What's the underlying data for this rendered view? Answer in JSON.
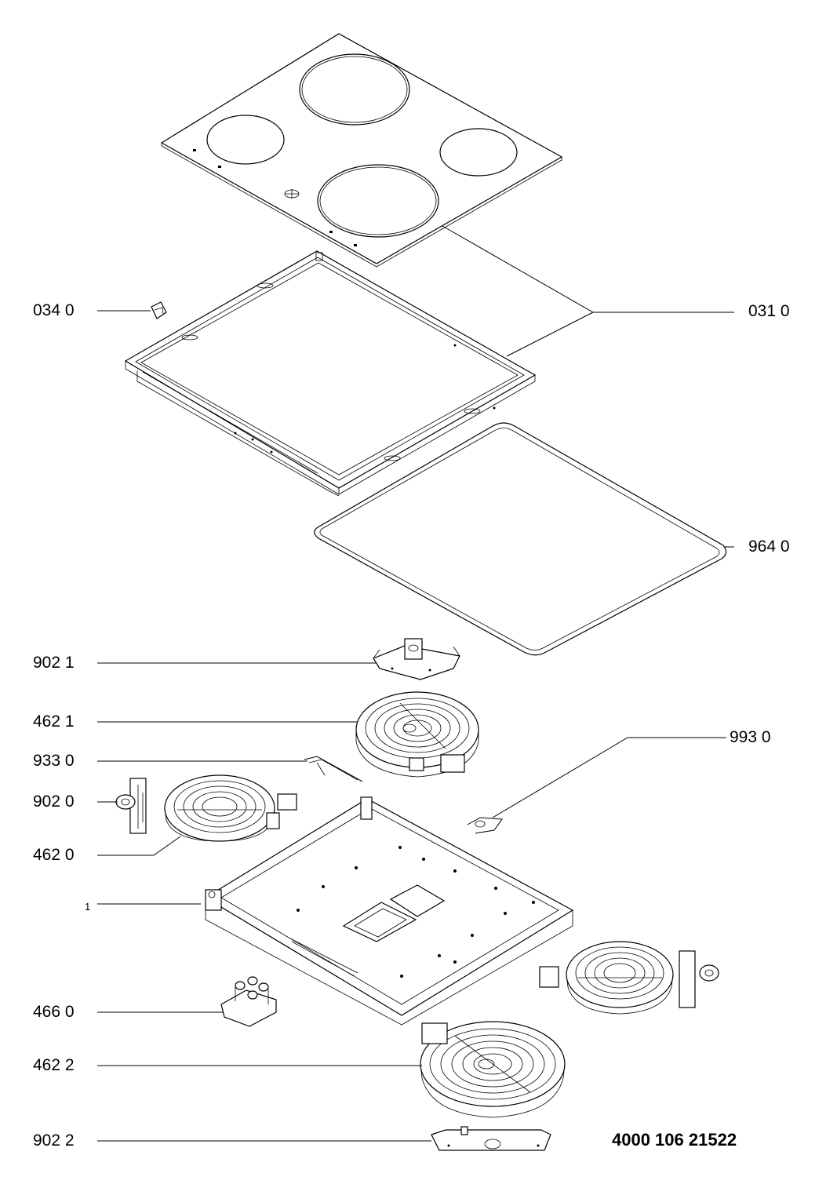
{
  "labels": {
    "l0340": "034 0",
    "l0310": "031 0",
    "l9640": "964 0",
    "l9021": "902 1",
    "l4621": "462 1",
    "l9330": "933 0",
    "l9930": "993 0",
    "l9020": "902 0",
    "l4620": "462 0",
    "l1": "1",
    "l4660": "466 0",
    "l4622": "462 2",
    "l9022": "902 2"
  },
  "document_number": "4000 106 21522"
}
